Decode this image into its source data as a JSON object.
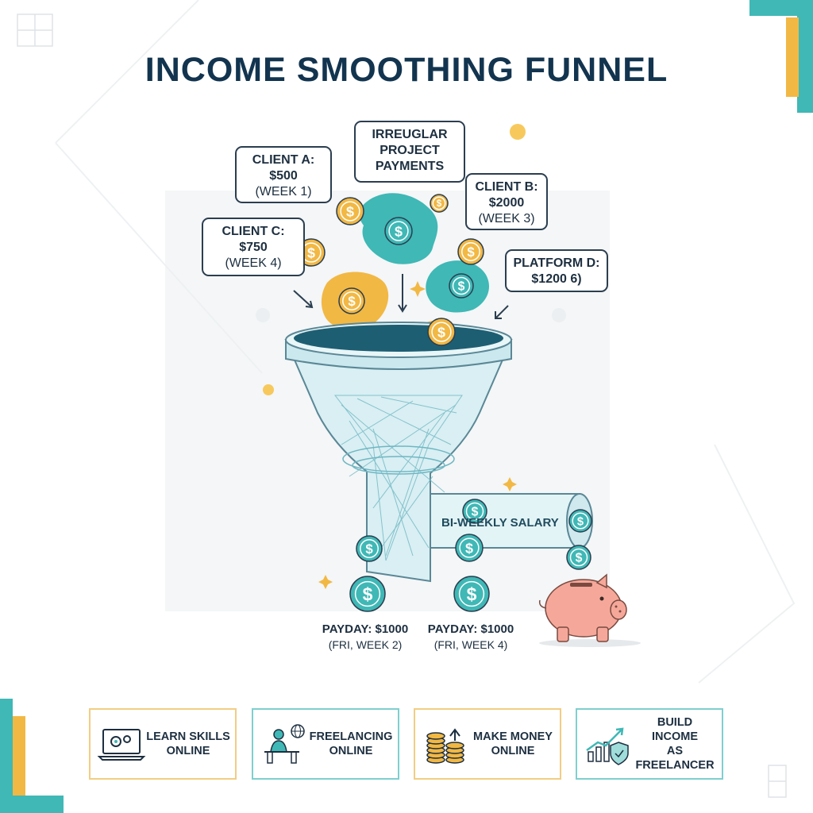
{
  "title": "INCOME SMOOTHING FUNNEL",
  "callouts": [
    {
      "line1": "CLIENT A:",
      "line2": "$500",
      "line3": "(WEEK 1)"
    },
    {
      "line1": "IRREUGLAR",
      "line2": "PROJECT",
      "line3": "PAYMENTS"
    },
    {
      "line1": "CLIENT B:",
      "line2": "$2000",
      "line3": "(WEEK 3)"
    },
    {
      "line1": "CLIENT C:",
      "line2": "$750",
      "line3": "(WEEK 4)"
    },
    {
      "line1": "PLATFORM D:",
      "line2": "$1200 6)"
    }
  ],
  "pipe_label": "BI-WEEKLY SALARY",
  "paydays": [
    {
      "amount": "PAYDAY: $1000",
      "when": "(FRI, WEEK 2)"
    },
    {
      "amount": "PAYDAY: $1000",
      "when": "(FRI, WEEK 4)"
    }
  ],
  "cards": [
    {
      "icon": "laptop-gears-icon",
      "line1": "LEARN SKILLS",
      "line2": "ONLINE"
    },
    {
      "icon": "freelancer-desk-icon",
      "line1": "FREELANCING",
      "line2": "ONLINE"
    },
    {
      "icon": "coin-stacks-icon",
      "line1": "MAKE MONEY",
      "line2": "ONLINE"
    },
    {
      "icon": "growth-shield-icon",
      "line1": "BUILD INCOME",
      "line2": "AS FREELANCER"
    }
  ],
  "colors": {
    "navy": "#12344f",
    "teal": "#3fb8b6",
    "gold": "#f2b844",
    "funnel": "#d9eff3",
    "piggy": "#f5a89a"
  },
  "coin_symbol": "$"
}
